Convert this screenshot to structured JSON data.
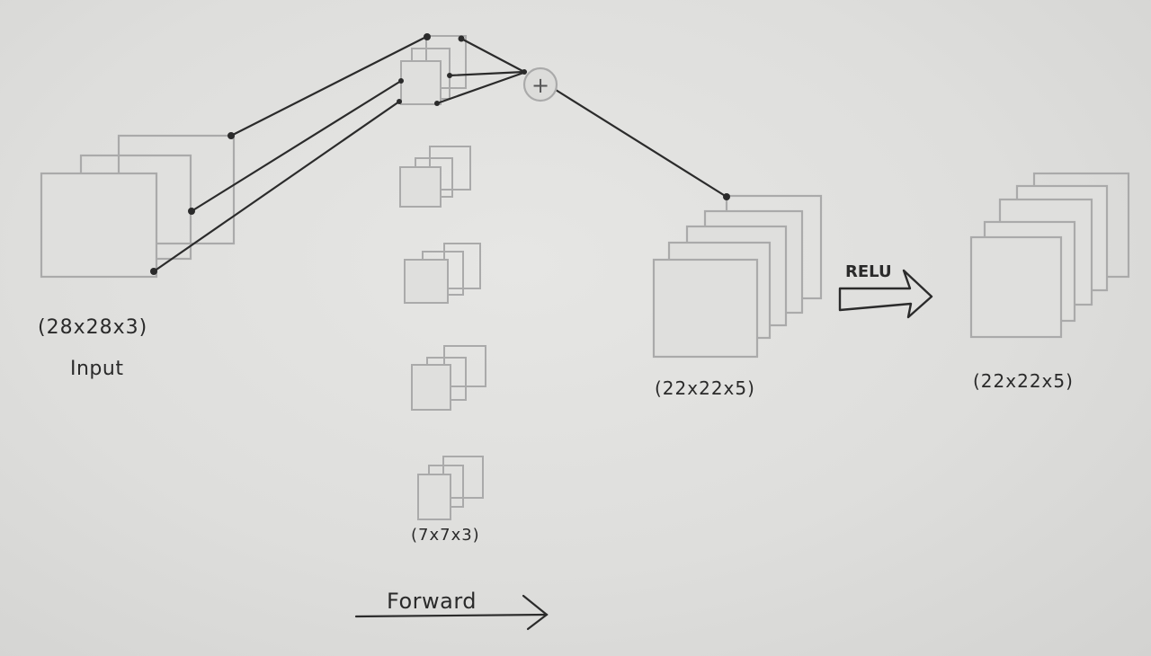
{
  "labels": {
    "input_dims": "(28x28x3)",
    "input": "Input",
    "kernel_dims": "(7x7x3)",
    "conv_output_dims": "(22x22x5)",
    "relu_output_dims": "(22x22x5)",
    "relu": "RELU",
    "forward": "Forward",
    "sum_symbol": "+"
  },
  "colors": {
    "paper": "#e2e2e0",
    "pencil": "#a9a9a9",
    "ink": "#2b2b2b"
  }
}
